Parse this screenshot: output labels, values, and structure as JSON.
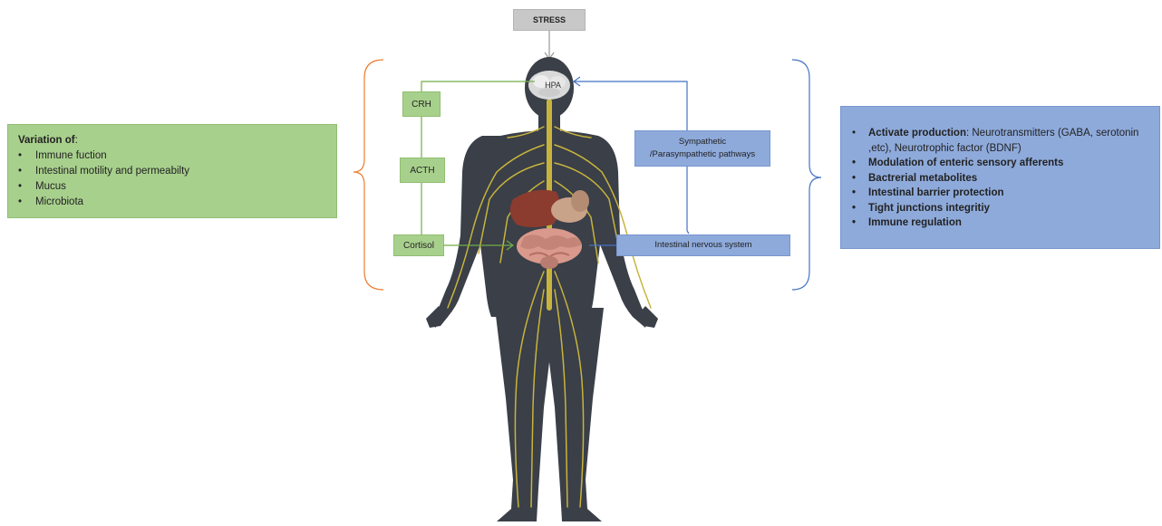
{
  "stress": "STRESS",
  "hpa": "HPA",
  "hormones": {
    "crh": "CRH",
    "acth": "ACTH",
    "cortisol": "Cortisol"
  },
  "pathways": {
    "sympathetic_line1": "Sympathetic",
    "sympathetic_line2": "/Parasympathetic pathways",
    "intestinal": "Intestinal nervous system"
  },
  "left_panel": {
    "title": "Variation of",
    "title_suffix": ":",
    "items": [
      "Immune fuction",
      "Intestinal  motility and permeabilty",
      "Mucus",
      "Microbiota"
    ]
  },
  "right_panel": {
    "first_bold": "Activate production",
    "first_rest": ":  Neurotransmitters (GABA, serotonin ,etc),  Neurotrophic factor (BDNF)",
    "items": [
      "Modulation  of enteric sensory afferents",
      "Bactrerial metabolites",
      "Intestinal  barrier protection",
      "Tight junctions  integritiy",
      "Immune regulation"
    ]
  },
  "colors": {
    "green_box": "#a8d08d",
    "blue_box": "#8eaadb",
    "stress_box": "#c8c8c8",
    "green_line": "#70ad47",
    "blue_line": "#4472c4",
    "orange_brace": "#ed7d31",
    "body_dark": "#3a3f48",
    "nerves": "#c8b43c"
  }
}
